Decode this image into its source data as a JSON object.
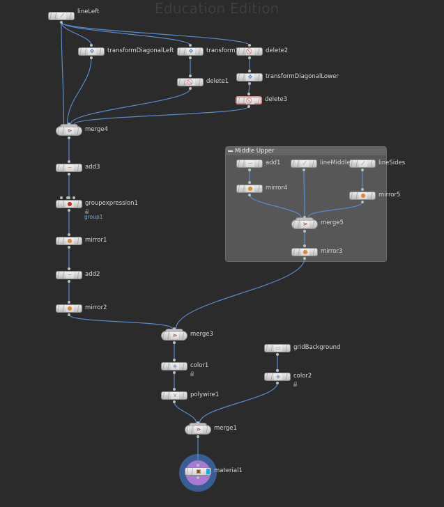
{
  "watermark": "Education Edition",
  "colors": {
    "background": "#2b2b2b",
    "wire": "#5b8ac9",
    "network_box": "#575757",
    "selected_outline": "#d58b8b",
    "display_flag": "#25a3e4",
    "material_halo_outer": "#3a5e94",
    "material_halo_inner": "#a97ad2"
  },
  "network_box": {
    "title": "Middle Upper",
    "collapse_icon": "minus-icon"
  },
  "nodes": [
    {
      "id": "lineLeft",
      "label": "lineLeft",
      "icon": "line-icon",
      "glyph": "⟋"
    },
    {
      "id": "transformDiagonalLeft",
      "label": "transformDiagonalLeft",
      "icon": "transform-icon",
      "glyph": "✥"
    },
    {
      "id": "transform1",
      "label": "transform1",
      "icon": "transform-icon",
      "glyph": "✥"
    },
    {
      "id": "delete2",
      "label": "delete2",
      "icon": "delete-icon",
      "glyph": "⃠"
    },
    {
      "id": "transformDiagonalLower",
      "label": "transformDiagonalLower",
      "icon": "transform-icon",
      "glyph": "✥"
    },
    {
      "id": "delete1",
      "label": "delete1",
      "icon": "delete-icon",
      "glyph": "⃠"
    },
    {
      "id": "delete3",
      "label": "delete3",
      "icon": "delete-icon",
      "glyph": "⃠",
      "selected": true
    },
    {
      "id": "merge4",
      "label": "merge4",
      "icon": "merge-icon",
      "glyph": "⋗"
    },
    {
      "id": "add3",
      "label": "add3",
      "icon": "add-curve-icon",
      "glyph": "∼"
    },
    {
      "id": "groupexpression1",
      "label": "groupexpression1",
      "icon": "group-expression-icon",
      "glyph": "●",
      "sublabel": "group1",
      "locked": true
    },
    {
      "id": "mirror1",
      "label": "mirror1",
      "icon": "mirror-icon",
      "glyph": "●"
    },
    {
      "id": "add2",
      "label": "add2",
      "icon": "add-curve-icon",
      "glyph": "∼"
    },
    {
      "id": "mirror2",
      "label": "mirror2",
      "icon": "mirror-icon",
      "glyph": "●"
    },
    {
      "id": "add1",
      "label": "add1",
      "icon": "add-curve-icon",
      "glyph": "∼"
    },
    {
      "id": "lineMiddle",
      "label": "lineMiddle",
      "icon": "line-icon",
      "glyph": "⟋"
    },
    {
      "id": "lineSides",
      "label": "lineSides",
      "icon": "line-icon",
      "glyph": "⟋"
    },
    {
      "id": "mirror4",
      "label": "mirror4",
      "icon": "mirror-icon",
      "glyph": "●"
    },
    {
      "id": "mirror5",
      "label": "mirror5",
      "icon": "mirror-icon",
      "glyph": "●"
    },
    {
      "id": "merge5",
      "label": "merge5",
      "icon": "merge-icon",
      "glyph": "⋗"
    },
    {
      "id": "mirror3",
      "label": "mirror3",
      "icon": "mirror-icon",
      "glyph": "●"
    },
    {
      "id": "merge3",
      "label": "merge3",
      "icon": "merge-icon",
      "glyph": "⋗"
    },
    {
      "id": "color1",
      "label": "color1",
      "icon": "color-icon",
      "glyph": "◈",
      "locked": true
    },
    {
      "id": "gridBackground",
      "label": "gridBackground",
      "icon": "grid-icon",
      "glyph": "▭"
    },
    {
      "id": "color2",
      "label": "color2",
      "icon": "color-icon",
      "glyph": "◈",
      "locked": true
    },
    {
      "id": "polywire1",
      "label": "polywire1",
      "icon": "polywire-icon",
      "glyph": "⋎"
    },
    {
      "id": "merge1",
      "label": "merge1",
      "icon": "merge-icon",
      "glyph": "⋗"
    },
    {
      "id": "material1",
      "label": "material1",
      "icon": "material-icon",
      "glyph": "▣",
      "display_flag": true
    }
  ],
  "connections": [
    [
      "lineLeft",
      "transformDiagonalLeft"
    ],
    [
      "lineLeft",
      "transform1"
    ],
    [
      "lineLeft",
      "delete2"
    ],
    [
      "lineLeft",
      "merge4"
    ],
    [
      "transformDiagonalLeft",
      "merge4"
    ],
    [
      "transform1",
      "delete1"
    ],
    [
      "delete1",
      "merge4"
    ],
    [
      "delete2",
      "transformDiagonalLower"
    ],
    [
      "transformDiagonalLower",
      "delete3"
    ],
    [
      "delete3",
      "merge4"
    ],
    [
      "merge4",
      "add3"
    ],
    [
      "add3",
      "groupexpression1"
    ],
    [
      "groupexpression1",
      "mirror1"
    ],
    [
      "mirror1",
      "add2"
    ],
    [
      "add2",
      "mirror2"
    ],
    [
      "add1",
      "mirror4"
    ],
    [
      "lineSides",
      "mirror5"
    ],
    [
      "mirror4",
      "merge5"
    ],
    [
      "lineMiddle",
      "merge5"
    ],
    [
      "mirror5",
      "merge5"
    ],
    [
      "merge5",
      "mirror3"
    ],
    [
      "mirror2",
      "merge3"
    ],
    [
      "mirror3",
      "merge3"
    ],
    [
      "merge3",
      "color1"
    ],
    [
      "color1",
      "polywire1"
    ],
    [
      "gridBackground",
      "color2"
    ],
    [
      "polywire1",
      "merge1"
    ],
    [
      "color2",
      "merge1"
    ],
    [
      "merge1",
      "material1"
    ]
  ]
}
